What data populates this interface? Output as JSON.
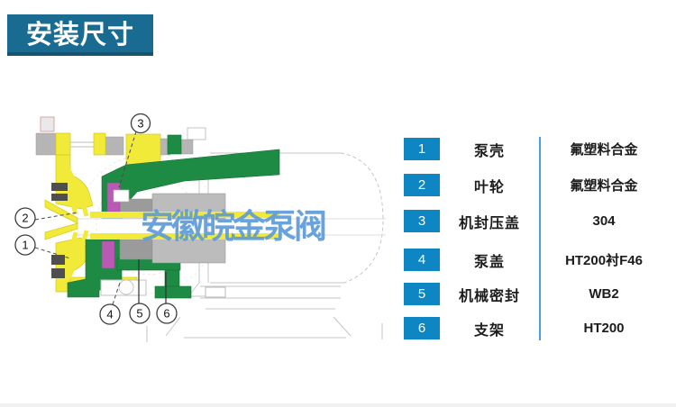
{
  "header": {
    "title": "安装尺寸"
  },
  "watermark": {
    "text": "安徽皖金泵阀"
  },
  "diagram": {
    "description": "pump cross-section with numbered part callouts",
    "callouts": [
      "1",
      "2",
      "3",
      "4",
      "5",
      "6"
    ]
  },
  "parts_table": {
    "rows": [
      {
        "num": "1",
        "name": "泵壳",
        "material": "氟塑料合金"
      },
      {
        "num": "2",
        "name": "叶轮",
        "material": "氟塑料合金"
      },
      {
        "num": "3",
        "name": "机封压盖",
        "material": "304"
      },
      {
        "num": "4",
        "name": "泵盖",
        "material": "HT200衬F46"
      },
      {
        "num": "5",
        "name": "机械密封",
        "material": "WB2"
      },
      {
        "num": "6",
        "name": "支架",
        "material": "HT200"
      }
    ]
  },
  "colors": {
    "banner_bg": "#1a6b92",
    "badge_blue": "#0e86c4",
    "divider_blue": "#4aa0d8",
    "watermark_blue": "#5e9cd8",
    "casing_yellow": "#f2ea38",
    "bracket_green": "#1e8b45",
    "seal_magenta": "#bb5ab5"
  }
}
